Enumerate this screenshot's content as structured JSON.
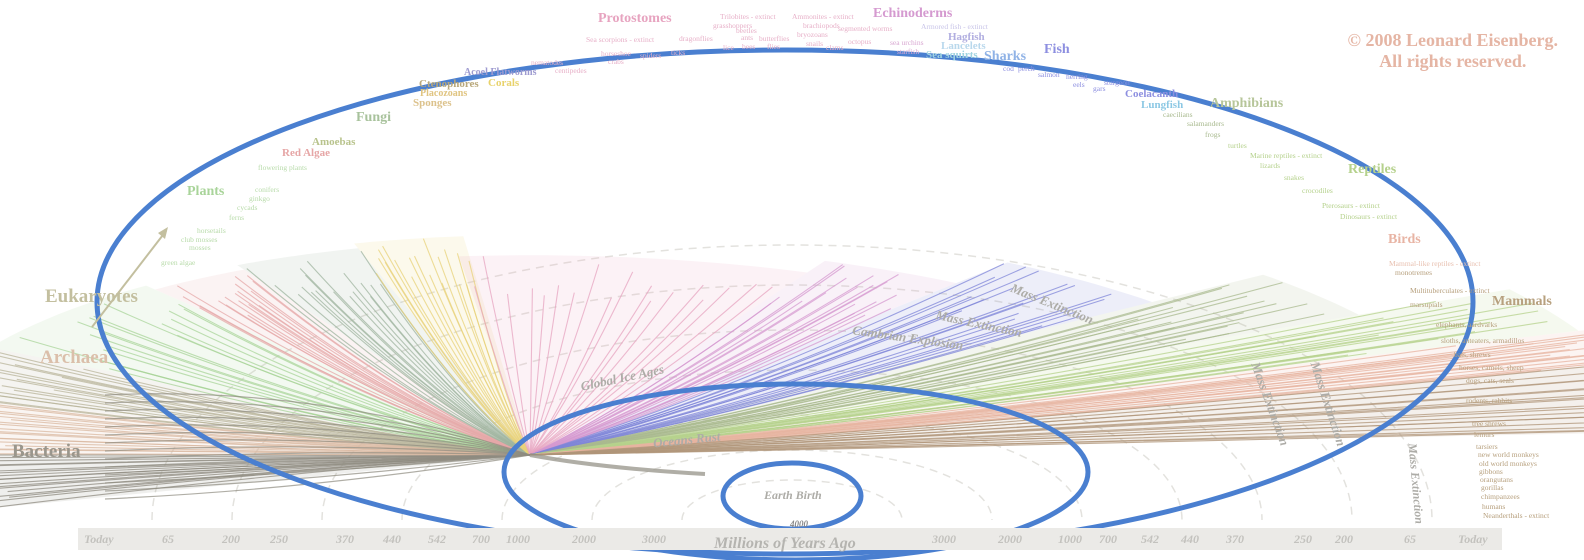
{
  "copyright": {
    "line1": "© 2008 Leonard Eisenberg.",
    "line2": "All rights reserved."
  },
  "domains": {
    "bacteria": "Bacteria",
    "archaea": "Archaea",
    "eukaryotes": "Eukaryotes"
  },
  "groups": {
    "plants": "Plants",
    "red_algae": "Red Algae",
    "amoebas": "Amoebas",
    "fungi": "Fungi",
    "sponges": "Sponges",
    "placozoans": "Placozoans",
    "ctenophores": "Ctenophores",
    "acoel": "Acoel Flatworms",
    "corals": "Corals",
    "protostomes": "Protostomes",
    "echinoderms": "Echinoderms",
    "hagfish": "Hagfish",
    "lancelets": "Lancelets",
    "sea_squirts": "Sea squirts",
    "sharks": "Sharks",
    "fish": "Fish",
    "coelacanth": "Coelacanth",
    "lungfish": "Lungfish",
    "amphibians": "Amphibians",
    "reptiles": "Reptiles",
    "birds": "Birds",
    "mammals": "Mammals"
  },
  "small_labels": {
    "flowering_plants": "flowering plants",
    "conifers": "conifers",
    "ginkgo": "ginkgo",
    "cycads": "cycads",
    "ferns": "ferns",
    "horsetails": "horsetails",
    "club_mosses": "club mosses",
    "mosses": "mosses",
    "green_algae": "green algae",
    "nematodes": "nematodes",
    "centipedes": "centipedes",
    "crabs": "crabs",
    "sea_scorpions": "Sea scorpions - extinct",
    "horseshoe": "horseshoe",
    "spiders": "spiders",
    "ticks": "ticks",
    "lice": "lice",
    "bees": "bees",
    "ants": "ants",
    "butterflies": "butterflies",
    "flies": "flies",
    "beetles": "beetles",
    "dragonflies": "dragonflies",
    "grasshoppers": "grasshoppers",
    "trilobites": "Trilobites - extinct",
    "brachiopods": "brachiopods",
    "bryozoans": "bryozoans",
    "snails": "snails",
    "clams": "clams",
    "octopus": "octopus",
    "ammonites": "Ammonites - extinct",
    "segmented_worms": "segmented worms",
    "armored_fish": "Armored fish - extinct",
    "sea_urchins": "sea urchins",
    "starfish": "starfish",
    "cod": "cod",
    "perch": "perch",
    "salmon": "salmon",
    "herring": "herring",
    "eels": "eels",
    "gars": "gars",
    "sturgeon": "sturgeon",
    "caecilians": "caecilians",
    "salamanders": "salamanders",
    "frogs": "frogs",
    "turtles": "turtles",
    "marine_reptiles": "Marine reptiles - extinct",
    "lizards": "lizards",
    "snakes": "snakes",
    "crocodiles": "crocodiles",
    "pterosaurs": "Pterosaurs - extinct",
    "dinosaurs": "Dinosaurs - extinct",
    "mammal_like": "Mammal-like reptiles - extinct",
    "monotremes": "monotremes",
    "multituberculates": "Multituberculates - extinct",
    "marsupials": "marsupials",
    "elephants": "elephants, aardvarks",
    "sloths": "sloths, anteaters, armadillos",
    "bats": "bats, shrews",
    "horses": "horses, camels, sheep",
    "dogs": "dogs, cats, seals",
    "rodents": "rodents, rabbits",
    "tree_shrews": "tree shrews",
    "lemurs": "lemurs",
    "tarsiers": "tarsiers",
    "nw_monkeys": "new world monkeys",
    "ow_monkeys": "old world monkeys",
    "gibbons": "gibbons",
    "orangutans": "orangutans",
    "gorillas": "gorillas",
    "chimpanzees": "chimpanzees",
    "humans": "humans",
    "neanderthals": "Neanderthals - extinct"
  },
  "events": {
    "mass1": "Mass Extinction",
    "mass2": "Mass Extinction",
    "mass3": "Mass Extinction",
    "mass4": "Mass Extinction",
    "mass5": "Mass Extinction",
    "cambrian": "Cambrian Explosion",
    "ice_ages": "Global Ice Ages",
    "oceans_rust": "Oceans Rust",
    "earth_birth": "Earth Birth"
  },
  "time_scale": {
    "title": "Millions of Years Ago",
    "left": [
      "Today",
      "65",
      "200",
      "250",
      "370",
      "440",
      "542",
      "700",
      "1000",
      "2000",
      "3000"
    ],
    "center": "4000",
    "right": [
      "3000",
      "2000",
      "1000",
      "700",
      "542",
      "440",
      "370",
      "250",
      "200",
      "65",
      "Today"
    ]
  },
  "colors": {
    "bacteria": "#8f8b80",
    "archaea": "#d9b8a0",
    "eukaryotes": "#b8b49a",
    "plants": "#a9d49a",
    "fungi": "#9fb49f",
    "protostomes": "#e7a4c0",
    "echinoderms": "#d59ad0",
    "fish": "#7f86d8",
    "amphibians": "#a9ba8f",
    "birds": "#e7b4a0",
    "mammals": "#b0967a",
    "annotation": "#4a7fd0"
  }
}
